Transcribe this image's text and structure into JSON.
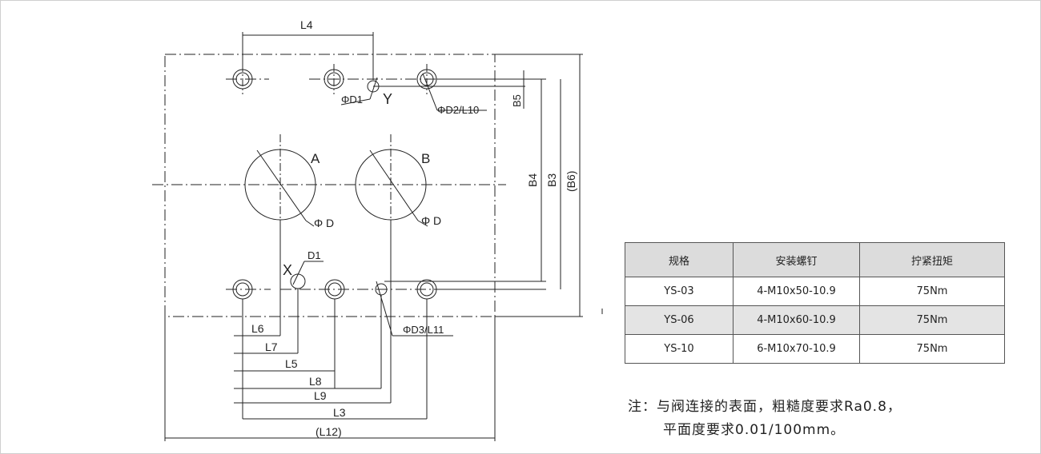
{
  "labels": {
    "L4": "L4",
    "D1_top": "ΦD1",
    "Y": "Y",
    "D2": "ΦD2/L10",
    "B5": "B5",
    "A": "A",
    "B": "B",
    "D_A": "Φ D",
    "D_B": "Φ D",
    "B4": "B4",
    "B3": "B3",
    "B6": "(B6)",
    "X": "X",
    "D1_bottom": "D1",
    "D3": "ΦD3/L11",
    "L6": "L6",
    "L7": "L7",
    "L5": "L5",
    "L8": "L8",
    "L9": "L9",
    "L3": "L3",
    "L12": "(L12)"
  },
  "table": {
    "headers": [
      "规格",
      "安装螺钉",
      "拧紧扭矩"
    ],
    "rows": [
      [
        "YS-03",
        "4-M10x50-10.9",
        "75Nm"
      ],
      [
        "YS-06",
        "4-M10x60-10.9",
        "75Nm"
      ],
      [
        "YS-10",
        "6-M10x70-10.9",
        "75Nm"
      ]
    ]
  },
  "note": {
    "line1": "注：与阀连接的表面，粗糙度要求Ra0.8，",
    "line2": "平面度要求0.01/100mm。"
  }
}
